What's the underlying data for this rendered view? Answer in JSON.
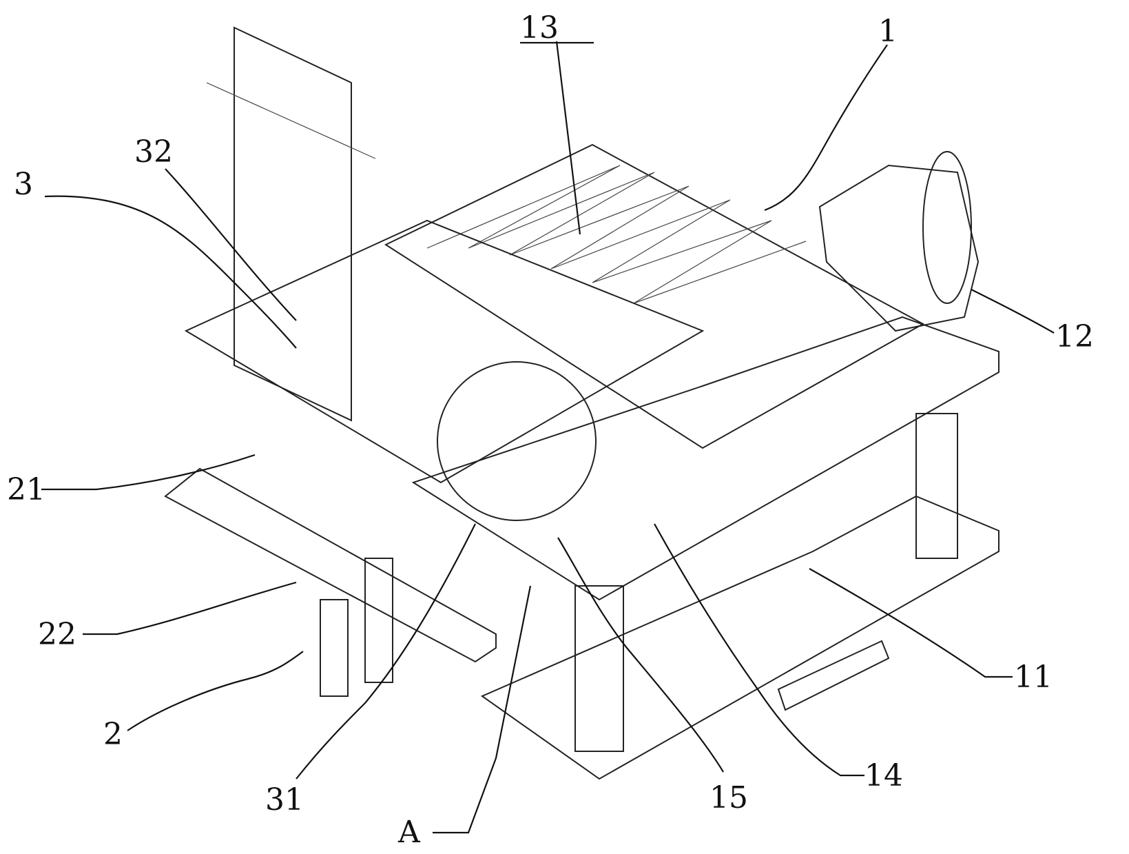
{
  "callouts": [
    {
      "id": "1",
      "text": "1"
    },
    {
      "id": "2",
      "text": "2"
    },
    {
      "id": "3",
      "text": "3"
    },
    {
      "id": "11",
      "text": "11"
    },
    {
      "id": "12",
      "text": "12"
    },
    {
      "id": "13",
      "text": "13"
    },
    {
      "id": "14",
      "text": "14"
    },
    {
      "id": "15",
      "text": "15"
    },
    {
      "id": "21",
      "text": "21"
    },
    {
      "id": "22",
      "text": "22"
    },
    {
      "id": "31",
      "text": "31"
    },
    {
      "id": "32",
      "text": "32"
    },
    {
      "id": "A",
      "text": "A"
    }
  ]
}
